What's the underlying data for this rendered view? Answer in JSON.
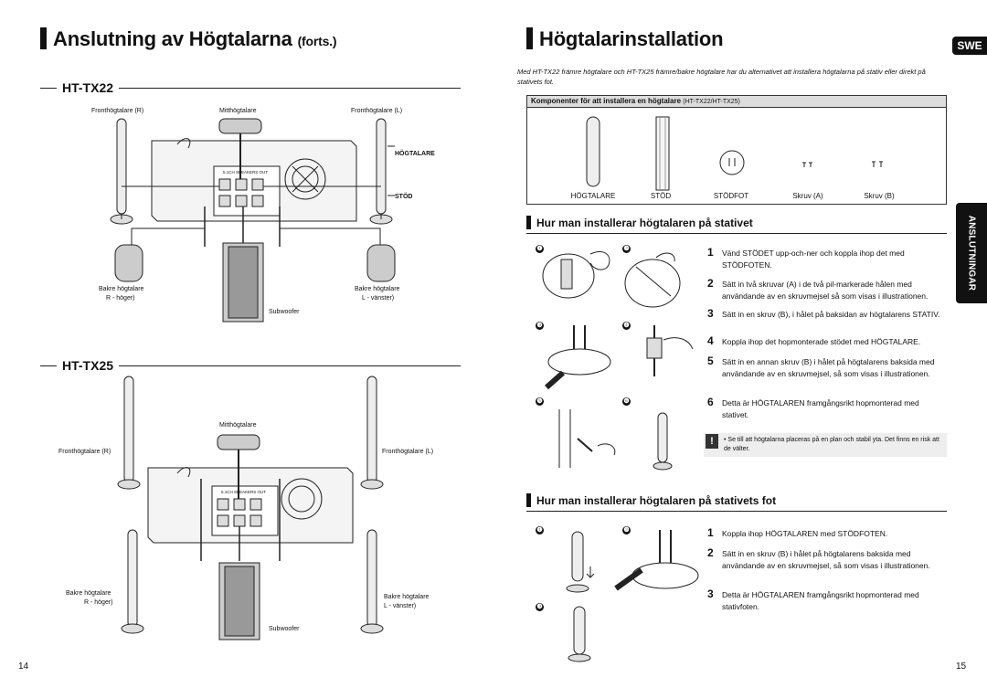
{
  "left": {
    "title_main": "Anslutning av Högtalarna",
    "title_small": "(forts.)",
    "tx22": {
      "model": "HT-TX22",
      "front_right": "Fronthögtalare (R)",
      "center": "Mitthögtalare",
      "front_left": "Fronthögtalare (L)",
      "hogtalare": "HÖGTALARE",
      "stod": "STÖD",
      "rear_right_1": "Bakre högtalare",
      "rear_right_2": "R - höger)",
      "rear_left_1": "Bakre högtalare",
      "rear_left_2": "L - vänster)",
      "subwoofer": "Subwoofer",
      "panel_label": "5.1CH SPEAKERS OUT"
    },
    "tx25": {
      "model": "HT-TX25",
      "center": "Mitthögtalare",
      "front_right": "Fronthögtalare (R)",
      "front_left": "Fronthögtalare (L)",
      "rear_right_1": "Bakre högtalare",
      "rear_right_2": "R - höger)",
      "rear_left_1": "Bakre högtalare",
      "rear_left_2": "L - vänster)",
      "subwoofer": "Subwoofer",
      "panel_label": "5.1CH SPEAKERS OUT"
    },
    "page_number": "14"
  },
  "right": {
    "title": "Högtalarinstallation",
    "lang_tab": "SWE",
    "side_tab": "ANSLUTNINGAR",
    "intro": "Med HT-TX22 främre högtalare och HT-TX25 främre/bakre högtalare har du alternativet att installera högtalarna på stativ eller direkt på stativets fot.",
    "components_header_bold": "Komponenter för att installera en högtalare",
    "components_header_small": "(HT-TX22/HT-TX25)",
    "components": [
      "HÖGTALARE",
      "STÖD",
      "STÖDFOT",
      "Skruv (A)",
      "Skruv (B)"
    ],
    "section1_title": "Hur man installerar högtalaren på stativet",
    "section1_steps": [
      {
        "n": "1",
        "text": "Vänd STÖDET upp-och-ner och koppla ihop det med STÖDFOTEN."
      },
      {
        "n": "2",
        "text": "Sätt in två skruvar (A) i de två pil-markerade hålen med användande av en skruvmejsel så som visas i illustrationen."
      },
      {
        "n": "3",
        "text": "Sätt in en skruv (B), i hålet på baksidan av högtalarens STATIV."
      },
      {
        "n": "4",
        "text": "Koppla ihop det hopmonterade stödet med HÖGTALARE."
      },
      {
        "n": "5",
        "text": "Sätt in en annan skruv (B) i hålet på högtalarens baksida med användande av en skruvmejsel, så som visas i illustrationen."
      },
      {
        "n": "6",
        "text": "Detta är HÖGTALAREN framgångsrikt hopmonterad med stativet."
      }
    ],
    "note_icon": "!",
    "note": "• Se till att högtalarna placeras på en plan och stabil yta. Det finns en risk att de välter.",
    "section2_title": "Hur man installerar högtalaren på stativets fot",
    "section2_steps": [
      {
        "n": "1",
        "text": "Koppla ihop HÖGTALAREN med STÖDFOTEN."
      },
      {
        "n": "2",
        "text": "Sätt in en skruv (B) i hålet på högtalarens baksida med användande av en skruvmejsel, så som visas i illustrationen."
      },
      {
        "n": "3",
        "text": "Detta är HÖGTALAREN framgångsrikt hopmonterad med stativfoten."
      }
    ],
    "fig_numbers_1": [
      "❶",
      "❷",
      "❸",
      "❹",
      "❺",
      "❻"
    ],
    "fig_numbers_2": [
      "❶",
      "❷",
      "❸"
    ],
    "page_number": "15"
  }
}
